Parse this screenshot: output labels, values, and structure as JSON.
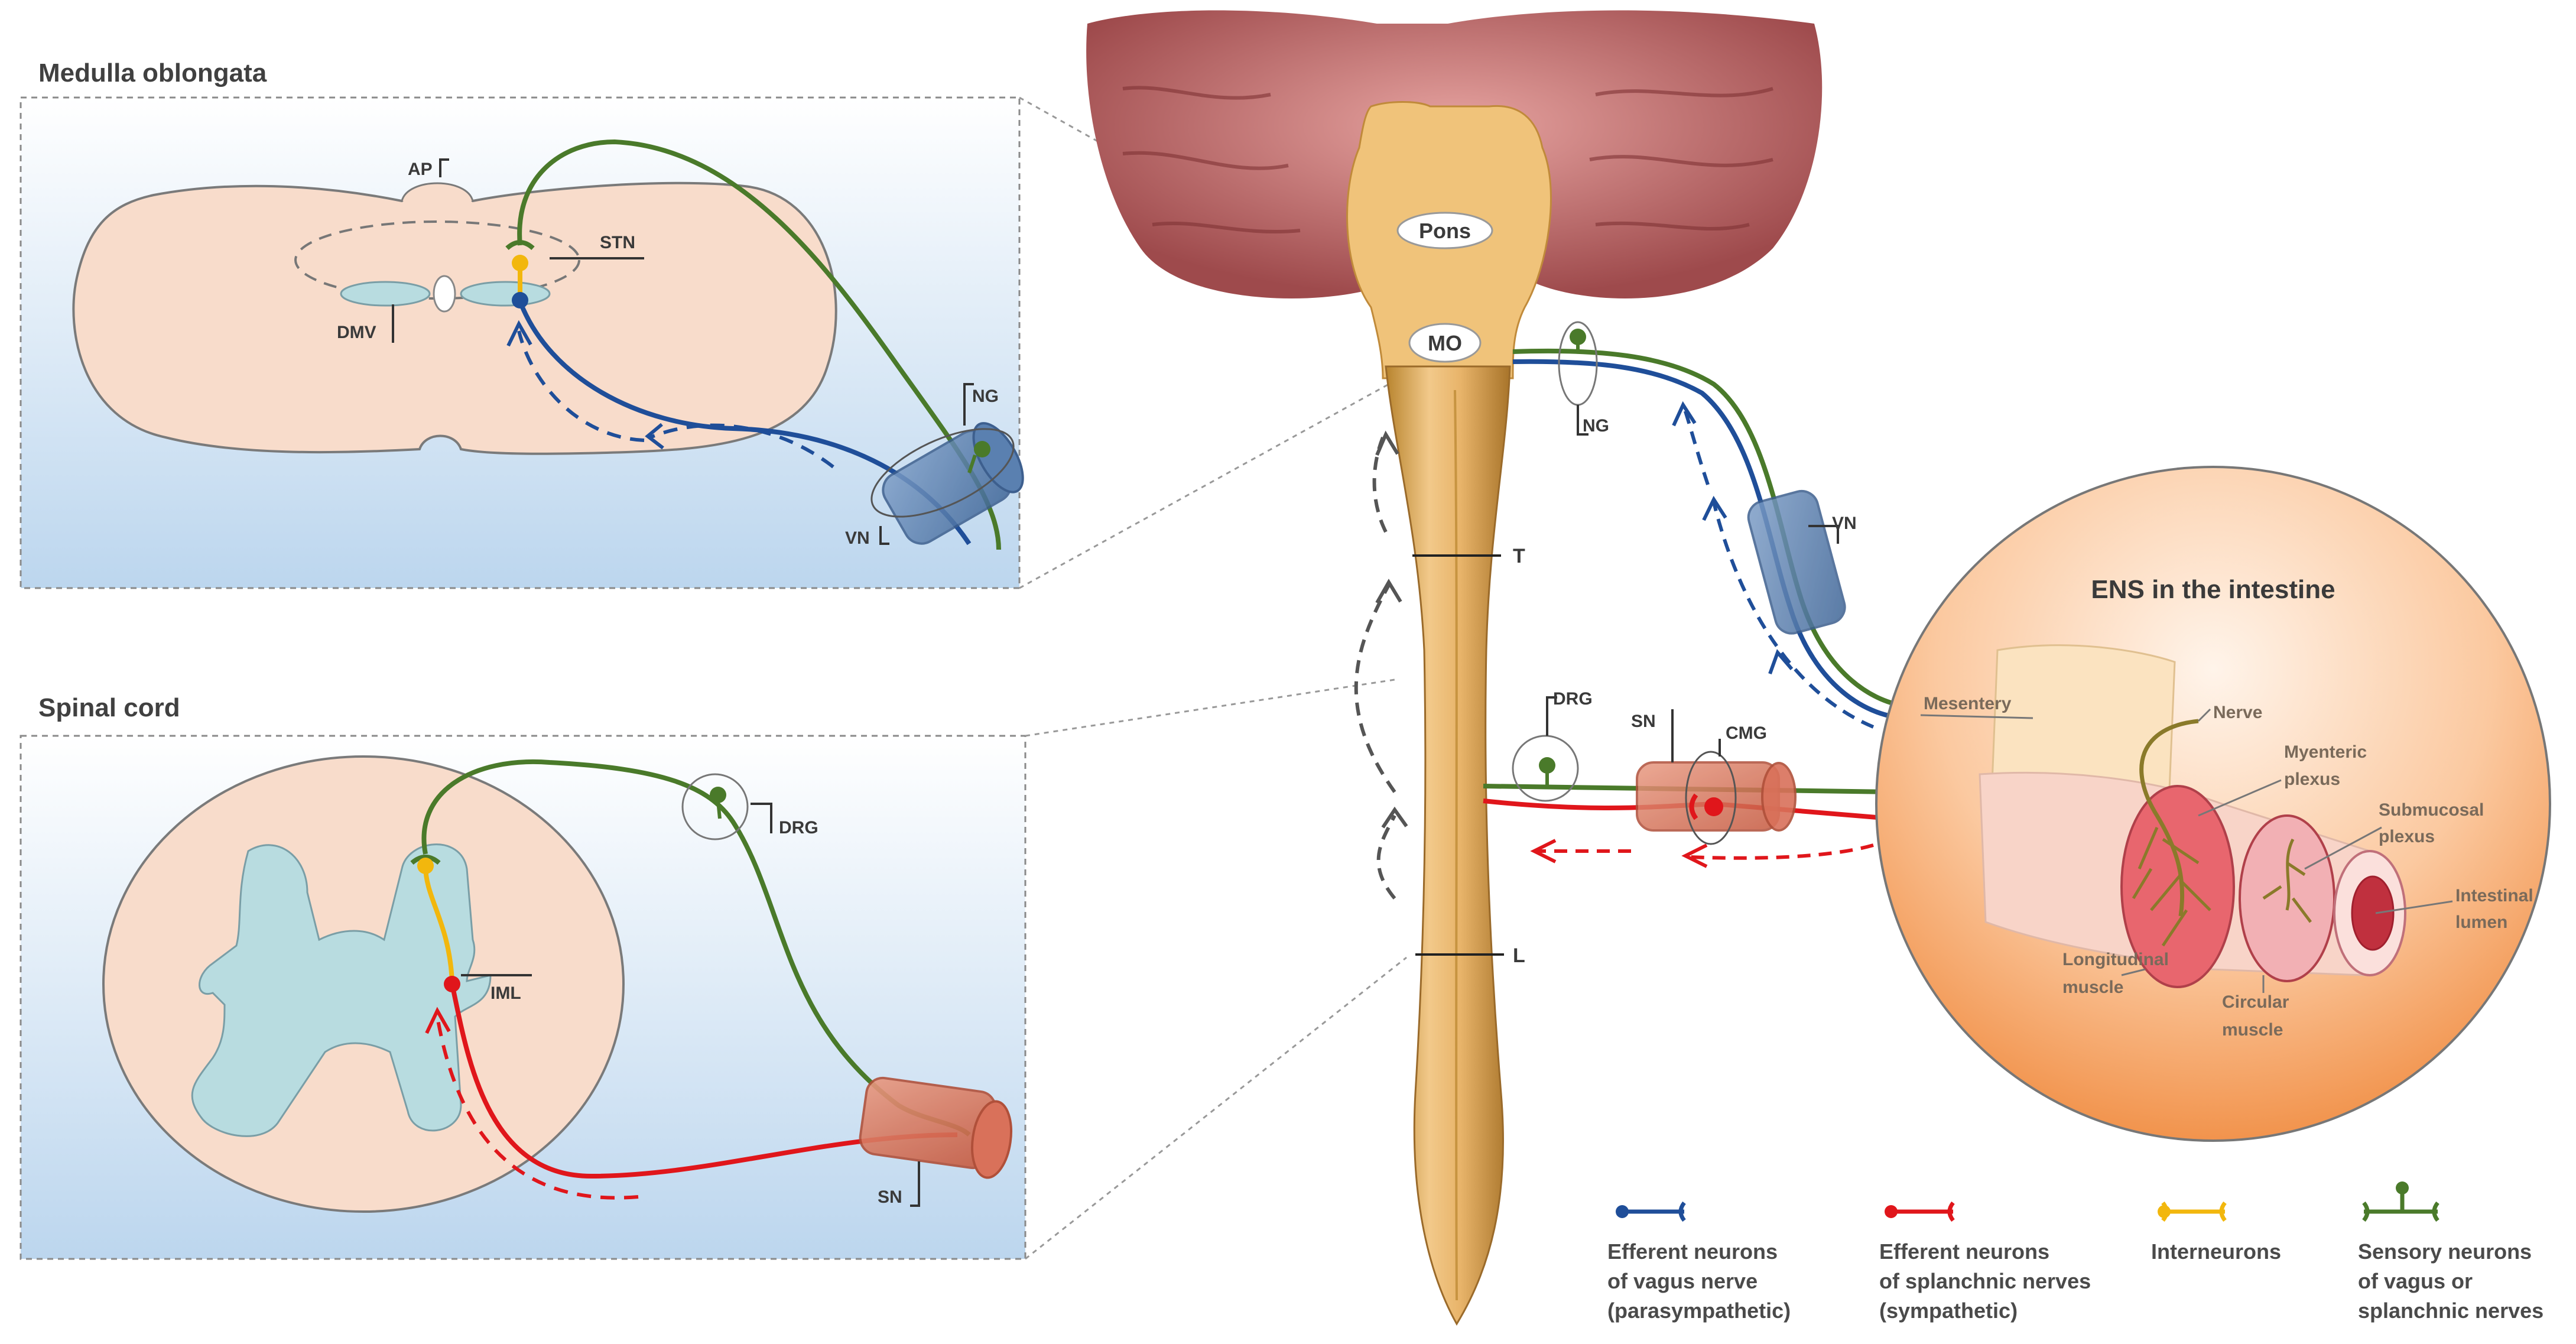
{
  "panels": {
    "medulla": {
      "title": "Medulla oblongata",
      "labels": {
        "ap": "AP",
        "stn": "STN",
        "dmv": "DMV",
        "ng": "NG",
        "vn": "VN"
      }
    },
    "spinal": {
      "title": "Spinal cord",
      "labels": {
        "drg": "DRG",
        "iml": "IML",
        "sn": "SN"
      }
    }
  },
  "brain": {
    "labels": {
      "pons": "Pons",
      "mo": "MO",
      "t": "T",
      "l": "L",
      "ng": "NG",
      "vn": "VN",
      "drg": "DRG",
      "sn": "SN",
      "cmg": "CMG"
    }
  },
  "ens": {
    "title": "ENS in the intestine",
    "labels": {
      "mesentery": "Mesentery",
      "nerve": "Nerve",
      "myenteric1": "Myenteric",
      "myenteric2": "plexus",
      "submucosal1": "Submucosal",
      "submucosal2": "plexus",
      "lumen1": "Intestinal",
      "lumen2": "lumen",
      "longitudinal1": "Longitudinal",
      "longitudinal2": "muscle",
      "circular1": "Circular",
      "circular2": "muscle"
    }
  },
  "legend": [
    {
      "color": "#1f4e99",
      "lines": [
        "Efferent neurons",
        "of vagus nerve",
        "(parasympathetic)"
      ]
    },
    {
      "color": "#e0161b",
      "lines": [
        "Efferent neurons",
        "of splanchnic nerves",
        "(sympathetic)"
      ]
    },
    {
      "color": "#f2b70d",
      "lines": [
        "Interneurons"
      ]
    },
    {
      "color": "#4a7a2a",
      "lines": [
        "Sensory neurons",
        "of vagus or",
        "splanchnic nerves"
      ]
    }
  ],
  "colors": {
    "vagus_efferent": "#1f4e99",
    "splanchnic_efferent": "#e0161b",
    "interneuron": "#f2b70d",
    "sensory": "#4a7a2a",
    "tissue": "#f8dccb",
    "gray_matter": "#b8dce0",
    "nerve_blue": "#5a80b0",
    "nerve_red": "#d9715a"
  }
}
